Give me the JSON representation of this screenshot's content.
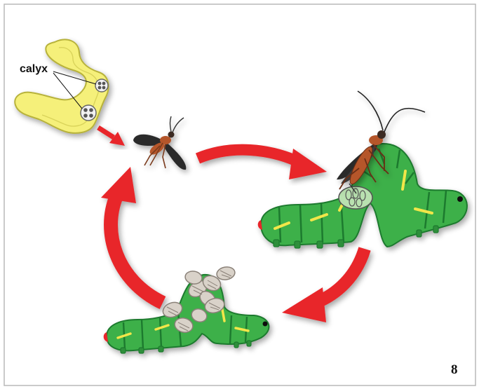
{
  "figure": {
    "callout_label": "calyx",
    "figure_number": "8"
  },
  "colors": {
    "arrow": "#e8262a",
    "ovary": "#f5f07a",
    "ovary_outline": "#b7b23a",
    "caterpillar": "#3db04a",
    "caterpillar_dark": "#1f7a2e",
    "caterpillar_stripe": "#f2e64a",
    "wasp_body": "#b5562a",
    "wasp_wing": "#2a2a2a",
    "pupa": "#d9d2c9",
    "frame": "#b8b8b8"
  },
  "elements": [
    {
      "name": "ovary",
      "icon": "ovary-organ-icon"
    },
    {
      "name": "adult-wasp",
      "icon": "wasp-icon"
    },
    {
      "name": "wasp-laying-eggs",
      "icon": "wasp-ovipositing-icon"
    },
    {
      "name": "host-caterpillar",
      "icon": "caterpillar-icon"
    },
    {
      "name": "parasitized-caterpillar",
      "icon": "caterpillar-with-cocoons-icon"
    }
  ]
}
